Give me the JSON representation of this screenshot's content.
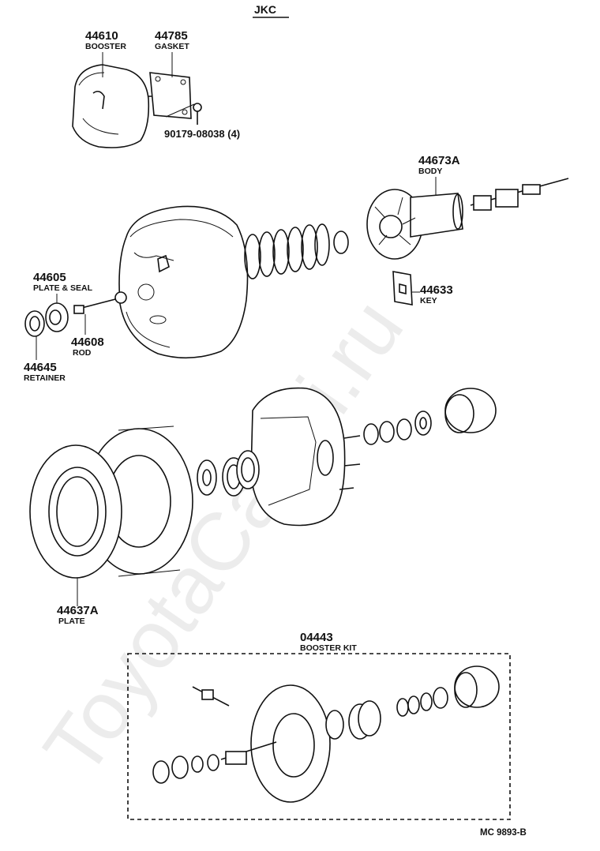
{
  "header": "JKC",
  "watermark": "ToyotaCarMi.ru",
  "labels": [
    {
      "number": "44610",
      "name": "BOOSTER"
    },
    {
      "number": "44785",
      "name": "GASKET"
    },
    {
      "number": "90179-08038 (4)",
      "name": ""
    },
    {
      "number": "44673A",
      "name": "BODY"
    },
    {
      "number": "44633",
      "name": "KEY"
    },
    {
      "number": "44605",
      "name": "PLATE & SEAL"
    },
    {
      "number": "44608",
      "name": "ROD"
    },
    {
      "number": "44645",
      "name": "RETAINER"
    },
    {
      "number": "44637A",
      "name": "PLATE"
    },
    {
      "number": "04443",
      "name": "BOOSTER KIT"
    }
  ],
  "footer": "MC  9893-B"
}
